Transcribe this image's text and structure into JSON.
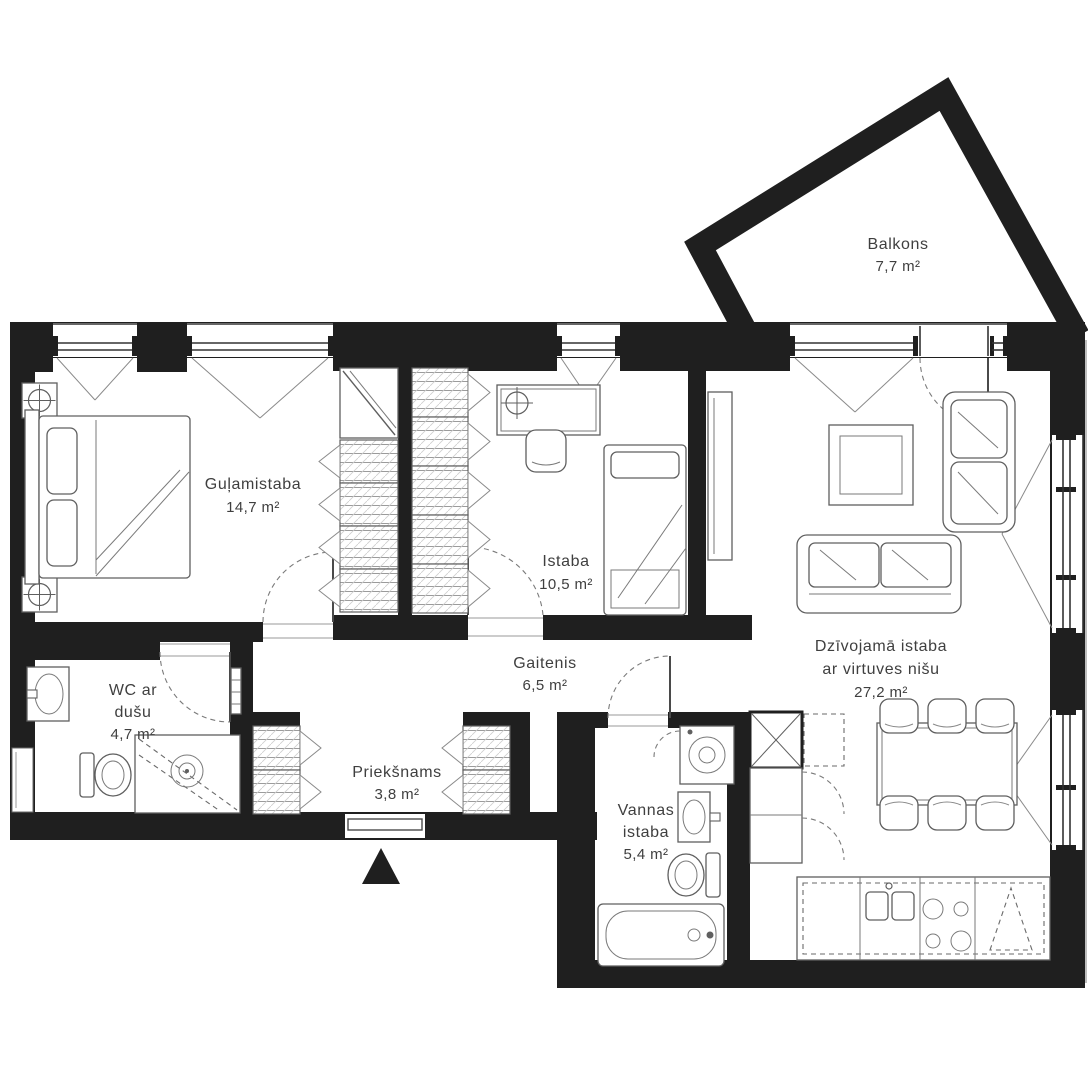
{
  "rooms": {
    "balcony": {
      "name": "Balkons",
      "area": "7,7 m²"
    },
    "bedroom": {
      "name": "Guļamistaba",
      "area": "14,7 m²"
    },
    "room": {
      "name": "Istaba",
      "area": "10,5 m²"
    },
    "hallway": {
      "name": "Gaitenis",
      "area": "6,5 m²"
    },
    "wc": {
      "name_line1": "WC ar",
      "name_line2": "dušu",
      "area": "4,7 m²"
    },
    "entry": {
      "name": "Priekšnams",
      "area": "3,8 m²"
    },
    "bathroom": {
      "name_line1": "Vannas",
      "name_line2": "istaba",
      "area": "5,4 m²"
    },
    "living": {
      "name_line1": "Dzīvojamā istaba",
      "name_line2": "ar virtuves nišu",
      "area": "27,2 m²"
    }
  },
  "colors": {
    "wall": "#1f1f1f",
    "furniture": "#5f5f5f",
    "label": "#3f3f3f",
    "background": "#ffffff"
  }
}
